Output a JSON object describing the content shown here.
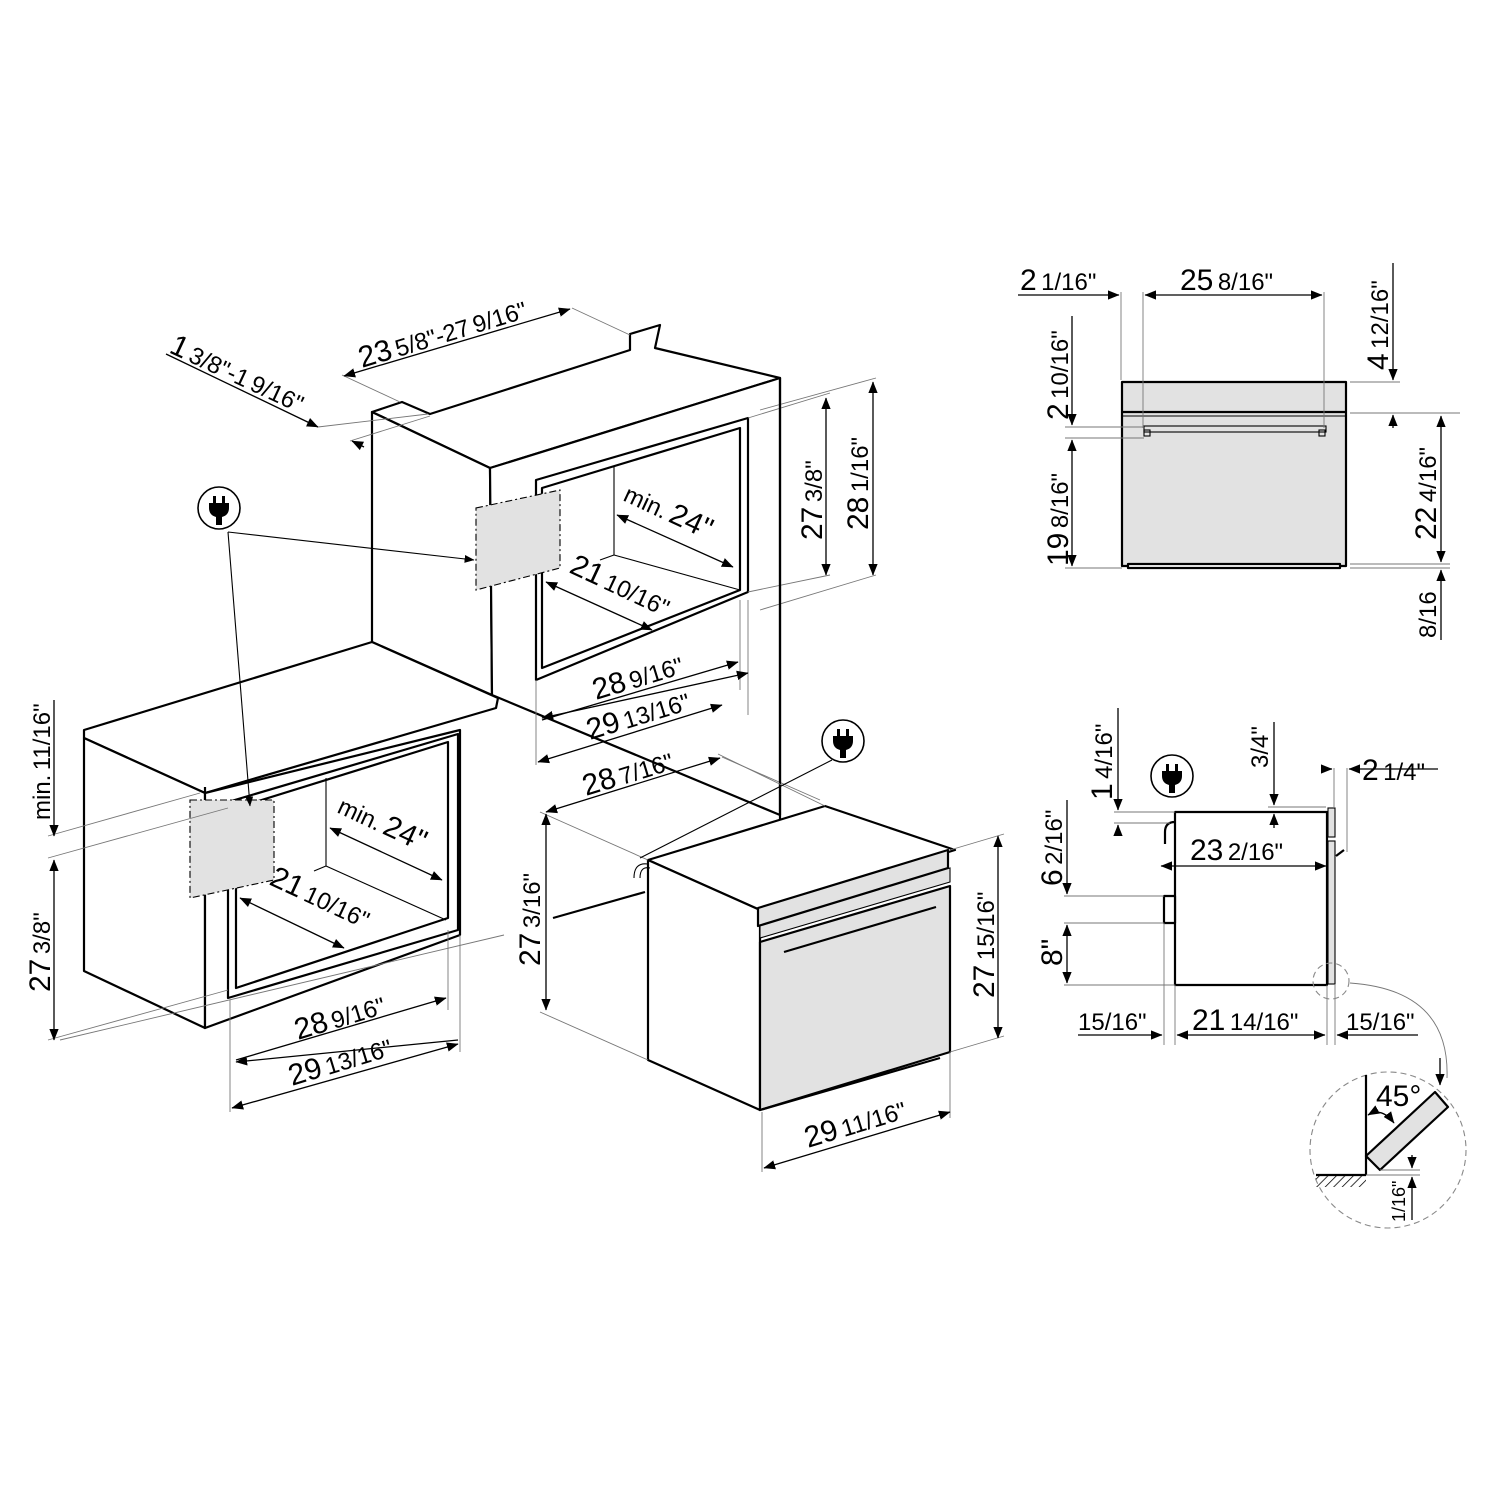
{
  "diagram": {
    "title": "Built-in oven installation dimensions",
    "colors": {
      "line": "#000000",
      "panel_fill": "#e2e2e2",
      "background": "#ffffff"
    },
    "icons": {
      "plug": "power-plug-icon"
    },
    "upper_column_cabinet": {
      "depth_range": {
        "a": "23",
        "b": "5/8\"-27",
        "c": "9/16\""
      },
      "panel_offset": {
        "a": "1",
        "b": "3/8\"-1",
        "c": "9/16\""
      },
      "niche_depth": {
        "prefix": "min.",
        "value": "24\""
      },
      "niche_inner_depth": {
        "whole": "21",
        "frac": "10/16\""
      },
      "niche_height_inner": {
        "whole": "27",
        "frac": "3/8\""
      },
      "niche_height_outer": {
        "whole": "28",
        "frac": "1/16\""
      },
      "niche_width_inner": {
        "whole": "28",
        "frac": "9/16\""
      },
      "niche_width_outer": {
        "whole": "29",
        "frac": "13/16\""
      }
    },
    "under_counter_cabinet": {
      "top_gap": {
        "prefix": "min.",
        "value": "11/16\""
      },
      "niche_height": {
        "whole": "27",
        "frac": "3/8\""
      },
      "niche_depth": {
        "prefix": "min.",
        "value": "24\""
      },
      "niche_inner_depth": {
        "whole": "21",
        "frac": "10/16\""
      },
      "niche_width_inner": {
        "whole": "28",
        "frac": "9/16\""
      },
      "niche_width_outer": {
        "whole": "29",
        "frac": "13/16\""
      }
    },
    "oven_iso": {
      "depth": {
        "whole": "28",
        "frac": "7/16\""
      },
      "body_height": {
        "whole": "27",
        "frac": "3/16\""
      },
      "front_height": {
        "whole": "27",
        "frac": "15/16\""
      },
      "front_width": {
        "whole": "29",
        "frac": "11/16\""
      }
    },
    "front_view": {
      "left_offset": {
        "whole": "2",
        "frac": "1/16\""
      },
      "handle_span": {
        "whole": "25",
        "frac": "8/16\""
      },
      "top_panel": {
        "whole": "4",
        "frac": "12/16\""
      },
      "handle_drop": {
        "whole": "2",
        "frac": "10/16\""
      },
      "door_to_handle": {
        "whole": "19",
        "frac": "8/16\""
      },
      "door_height": {
        "whole": "22",
        "frac": "4/16\""
      },
      "bottom_strip": {
        "value": "8/16"
      }
    },
    "side_view": {
      "top_to_cable": {
        "whole": "1",
        "frac": "4/16\""
      },
      "front_frame_top": {
        "value": "3/4\""
      },
      "door_projection": {
        "whole": "2",
        "frac": "1/4\""
      },
      "body_depth": {
        "whole": "23",
        "frac": "2/16\""
      },
      "cable_to_box": {
        "whole": "6",
        "frac": "2/16\""
      },
      "box_to_bottom": {
        "value": "8\""
      },
      "rear_gap": {
        "value": "15/16\""
      },
      "bottom_depth": {
        "whole": "21",
        "frac": "14/16\""
      },
      "front_gap": {
        "value": "15/16\""
      }
    },
    "detail_circle": {
      "angle": "45°",
      "gap": "1/16\""
    }
  }
}
